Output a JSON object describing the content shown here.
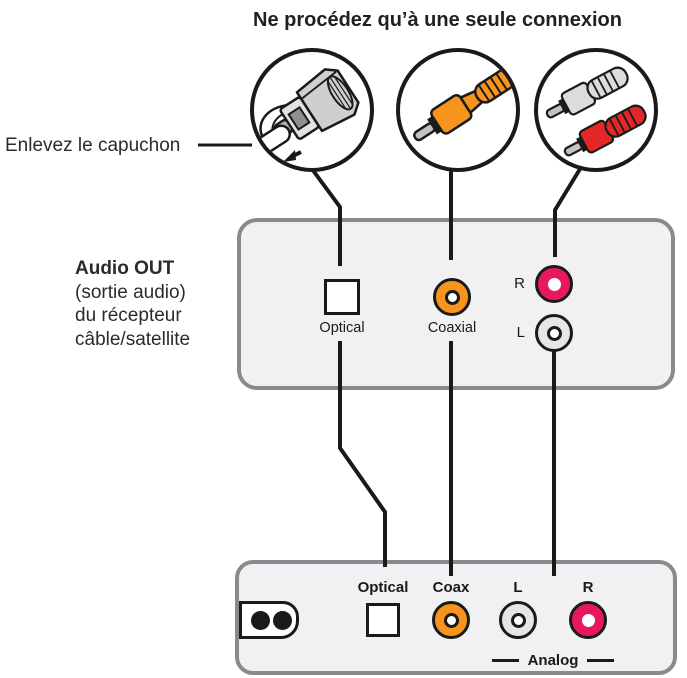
{
  "title": "Ne procédez qu’à une seule connexion",
  "callouts": {
    "remove_cap": "Enlevez le capuchon",
    "audio_out": [
      "Audio OUT",
      "(sortie audio)",
      "du récepteur",
      "câble/satellite"
    ]
  },
  "cable_icons": [
    {
      "name": "optical-cable-connector"
    },
    {
      "name": "coaxial-cable-connector"
    },
    {
      "name": "stereo-rca-cable-connector"
    }
  ],
  "receiver_panel": {
    "optical_label": "Optical",
    "coaxial_label": "Coaxial",
    "right_label": "R",
    "left_label": "L"
  },
  "device_panel": {
    "optical_label": "Optical",
    "coax_label": "Coax",
    "left_label": "L",
    "right_label": "R",
    "analog_label": "Analog"
  },
  "colors": {
    "coax_orange": "#F7941D",
    "rca_pink": "#E8185D",
    "rca_red": "#E32726",
    "rca_white_gray": "#DCDCDC",
    "port_gray": "#E6E6E6",
    "panel_fill": "#F1F1F3",
    "panel_border": "#8A8A8E",
    "line": "#1A1A1A"
  }
}
